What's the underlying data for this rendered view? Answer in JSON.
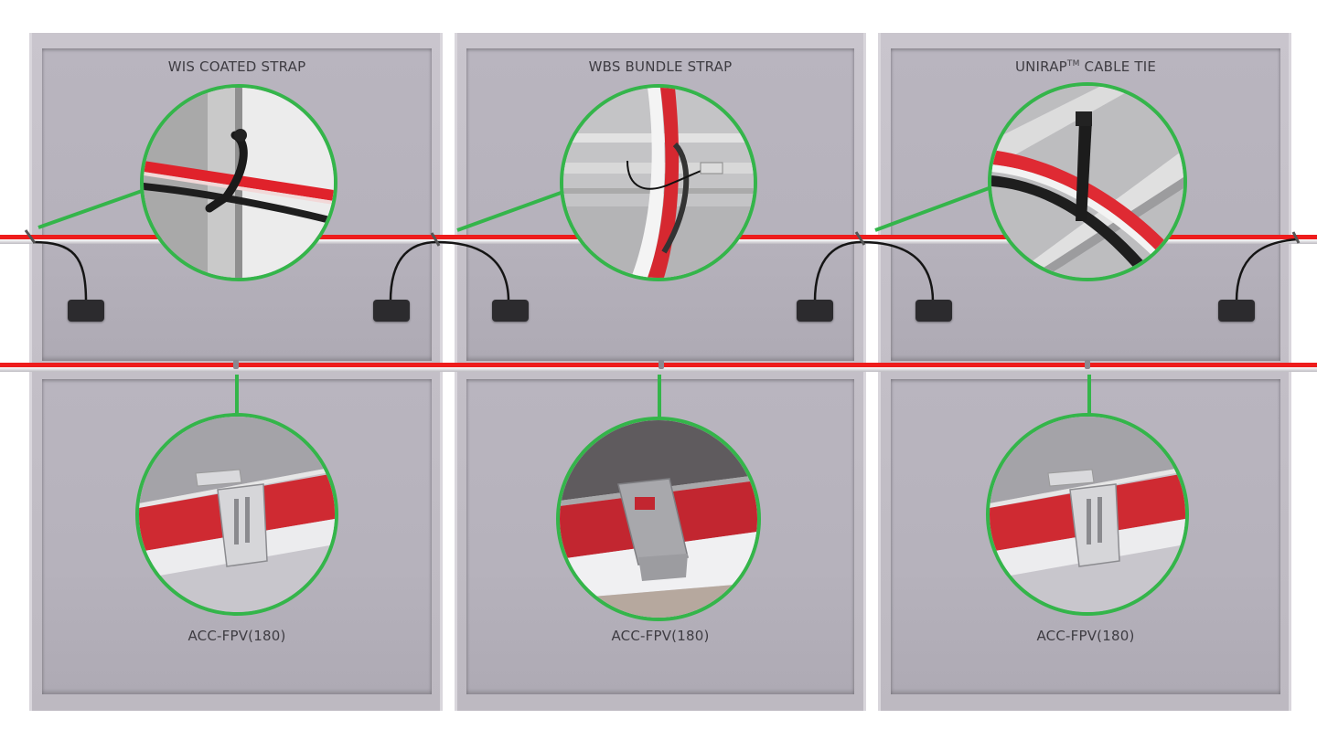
{
  "diagram": {
    "background": "#ffffff",
    "accent_color": "#34b54a",
    "cable_color": "#ee1c1c",
    "panel_color": "#b8b4be",
    "panels": [
      {
        "top_label": "WIS COATED STRAP",
        "top_label_tm": "",
        "bottom_label": "ACC-FPV(180)",
        "top_detail": "coated-strap-closeup",
        "bottom_detail": "clip-closeup"
      },
      {
        "top_label": "WBS BUNDLE STRAP",
        "top_label_tm": "",
        "bottom_label": "ACC-FPV(180)",
        "top_detail": "bundle-strap-closeup",
        "bottom_detail": "clip-closeup"
      },
      {
        "top_label": "UNIRAP",
        "top_label_tm": "TM",
        "top_label_suffix": " CABLE TIE",
        "bottom_label": "ACC-FPV(180)",
        "top_detail": "cable-tie-closeup",
        "bottom_detail": "clip-closeup"
      }
    ]
  }
}
